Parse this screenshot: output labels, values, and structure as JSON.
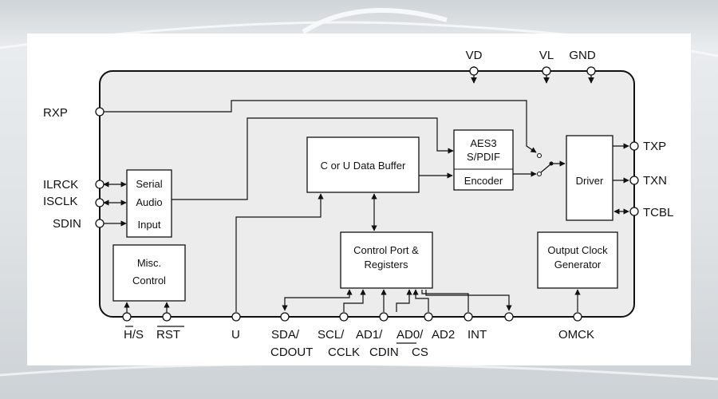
{
  "pins": {
    "top": {
      "vd": "VD",
      "vl": "VL",
      "gnd": "GND"
    },
    "left": {
      "rxp": "RXP",
      "ilrck": "ILRCK",
      "isclk": "ISCLK",
      "sdin": "SDIN"
    },
    "right": {
      "txp": "TXP",
      "txn": "TXN",
      "tcbl": "TCBL"
    },
    "bottom": {
      "h_s": "H/S",
      "rst": "RST",
      "u": "U",
      "sda": "SDA/",
      "cdout": "CDOUT",
      "scl": "SCL/",
      "cclk": "CCLK",
      "ad1": "AD1/",
      "cdin": "CDIN",
      "ad0": "AD0/",
      "cs": "CS",
      "ad2": "AD2",
      "int": "INT",
      "omck": "OMCK"
    }
  },
  "blocks": {
    "serial_audio": [
      "Serial",
      "Audio",
      "Input"
    ],
    "misc_control": [
      "Misc.",
      "Control"
    ],
    "data_buffer": "C or U Data Buffer",
    "encoder": [
      "AES3",
      "S/PDIF",
      "Encoder"
    ],
    "driver": "Driver",
    "control_port": [
      "Control Port &",
      "Registers"
    ],
    "output_clock": [
      "Output Clock",
      "Generator"
    ]
  }
}
